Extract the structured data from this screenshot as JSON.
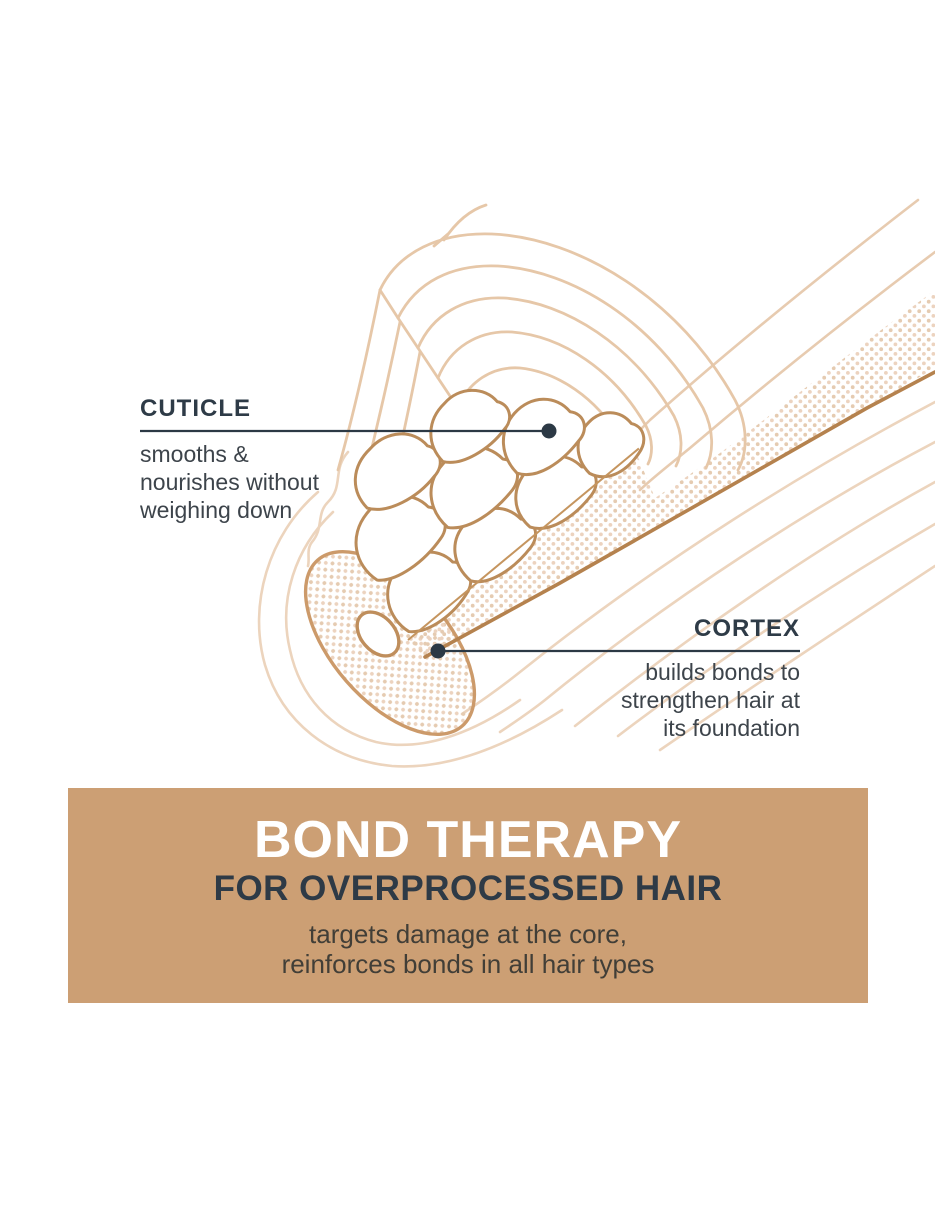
{
  "diagram": {
    "name": "hair strand cross-section diagram",
    "callouts": [
      {
        "id": "cuticle",
        "label": "CUTICLE",
        "description_lines": [
          "smooths &",
          "nourishes without",
          "weighing down"
        ]
      },
      {
        "id": "cortex",
        "label": "CORTEX",
        "description_lines": [
          "builds bonds to",
          "strengthen hair at",
          "its foundation"
        ]
      }
    ]
  },
  "banner": {
    "title": "BOND THERAPY",
    "subtitle": "FOR OVERPROCESSED HAIR",
    "tagline_lines": [
      "targets damage at the core,",
      "reinforces bonds in all hair types"
    ],
    "background_color": "#cc9f74",
    "title_color": "#ffffff",
    "subtitle_color": "#2e3a46",
    "tagline_color": "#413e37"
  },
  "colors": {
    "label_text": "#2e3b47",
    "description_text": "#3d444b",
    "hair_outline_light": "#e7cbb0",
    "hair_outline_brown": "#b5824e",
    "cortex_cell_outline": "#bb8c5a",
    "cut_face_outline": "#cc9a6a",
    "dot_texture": "#ead1bd",
    "callout_line": "#2c3945"
  }
}
